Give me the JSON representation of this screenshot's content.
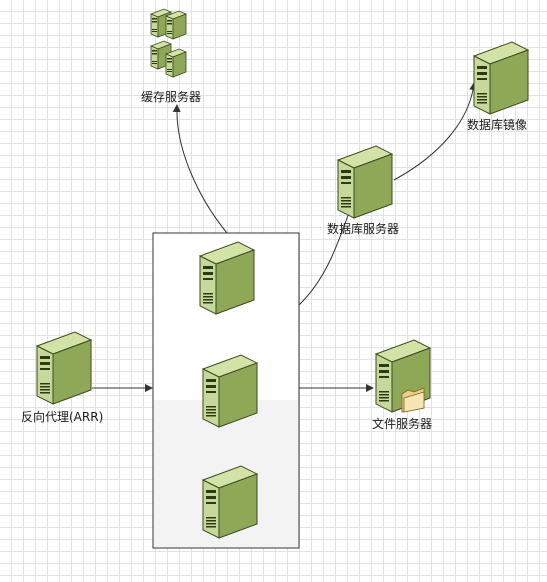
{
  "nodes": {
    "cache": {
      "label": "缓存服务器",
      "icon": "server-cluster-icon"
    },
    "db_mirror": {
      "label": "数据库镜像",
      "icon": "server-icon"
    },
    "db": {
      "label": "数据库服务器",
      "icon": "server-icon"
    },
    "proxy": {
      "label": "反向代理(ARR)",
      "icon": "server-icon"
    },
    "file": {
      "label": "文件服务器",
      "icon": "file-server-icon"
    }
  },
  "colors": {
    "server_light": "#c6d89a",
    "server_mid": "#a4bd6a",
    "server_dark": "#6f8a36",
    "outline": "#3c4a1e",
    "grid": "#e2e2e2",
    "connector": "#333333"
  }
}
